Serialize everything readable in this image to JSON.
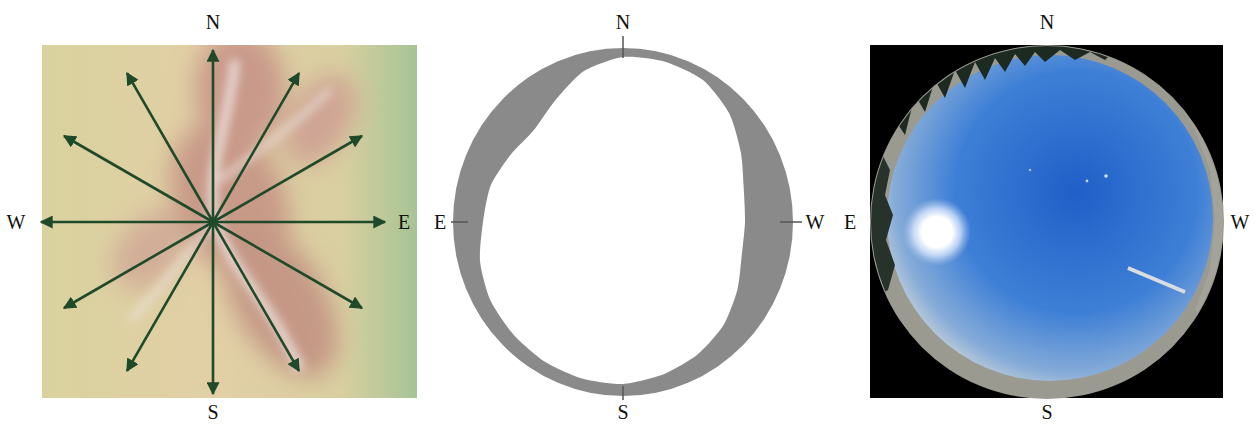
{
  "diagram": {
    "labels": [
      "N",
      "W",
      "E",
      "S",
      "N",
      "E",
      "W",
      "S",
      "N",
      "E",
      "W",
      "S"
    ]
  }
}
